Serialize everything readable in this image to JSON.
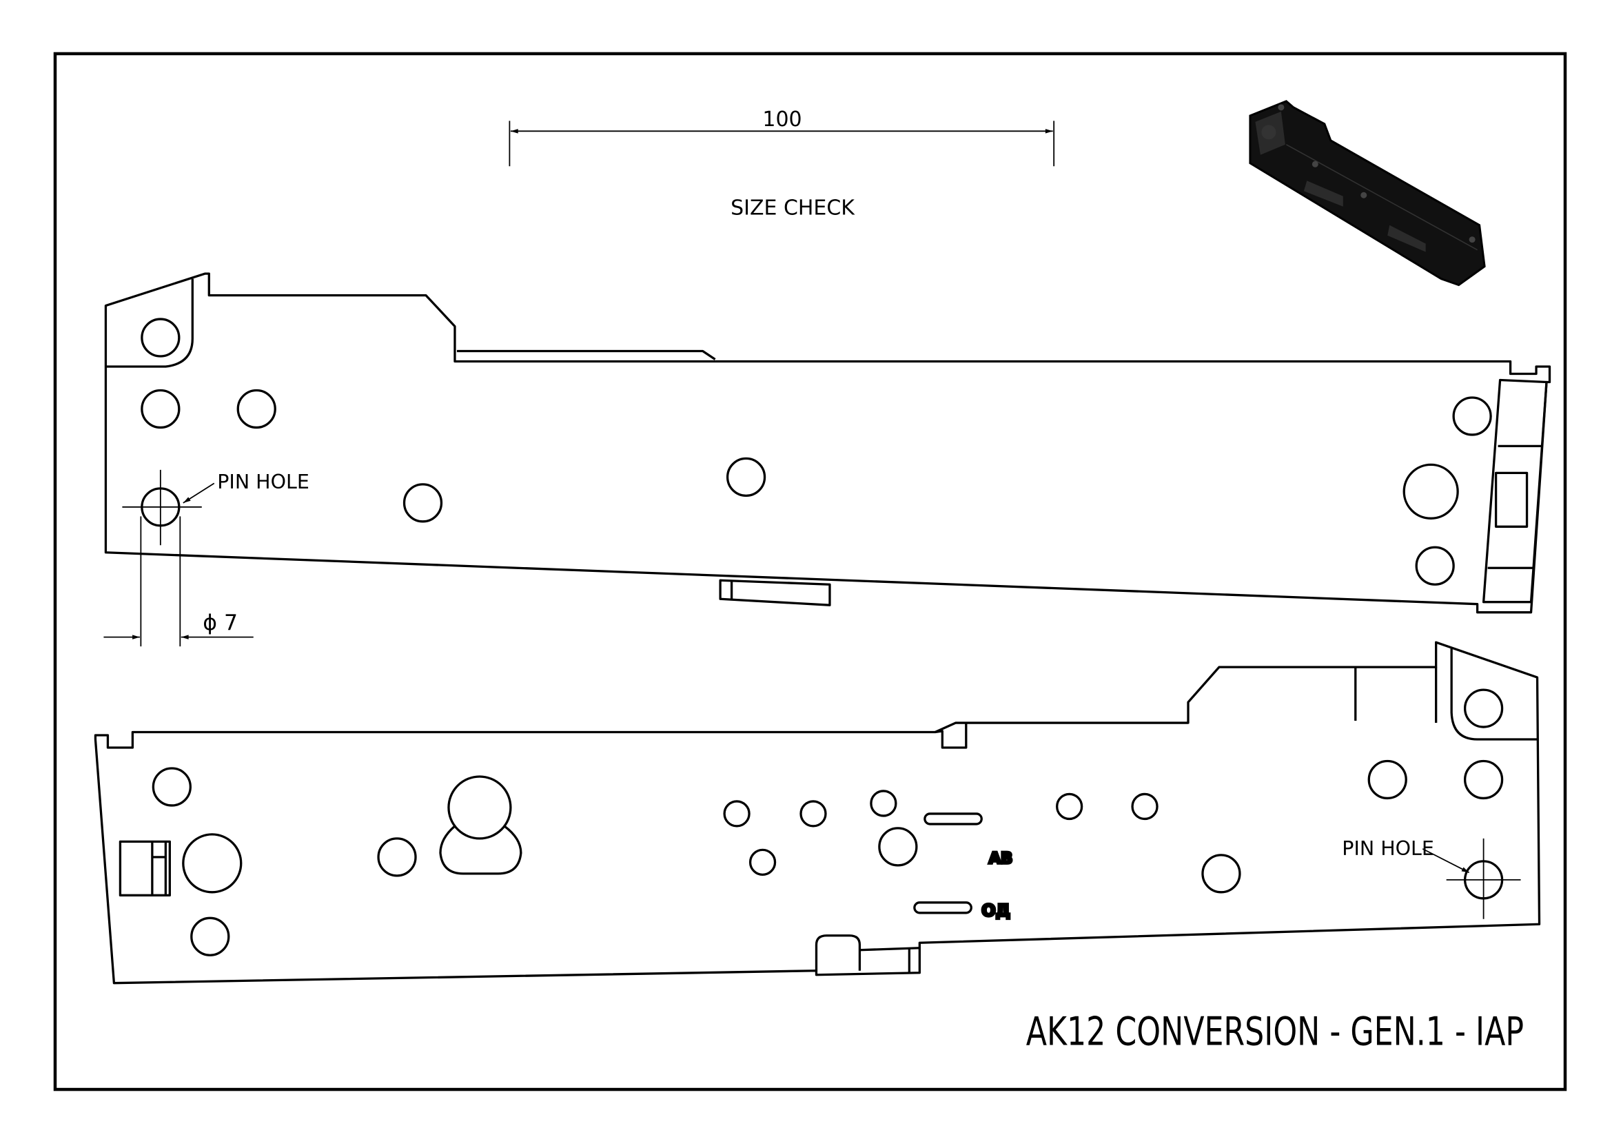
{
  "sheet": {
    "title": "AK12 CONVERSION - GEN.1 - IAP",
    "size_check": {
      "value": "100",
      "label": "SIZE CHECK"
    },
    "top_part": {
      "pin_hole_label": "PIN HOLE",
      "diameter_label": "ϕ 7"
    },
    "bottom_part": {
      "pin_hole_label": "PIN HOLE",
      "mark_ab": "АВ",
      "mark_od": "ОД"
    },
    "render_icon": "3d-receiver-render"
  }
}
